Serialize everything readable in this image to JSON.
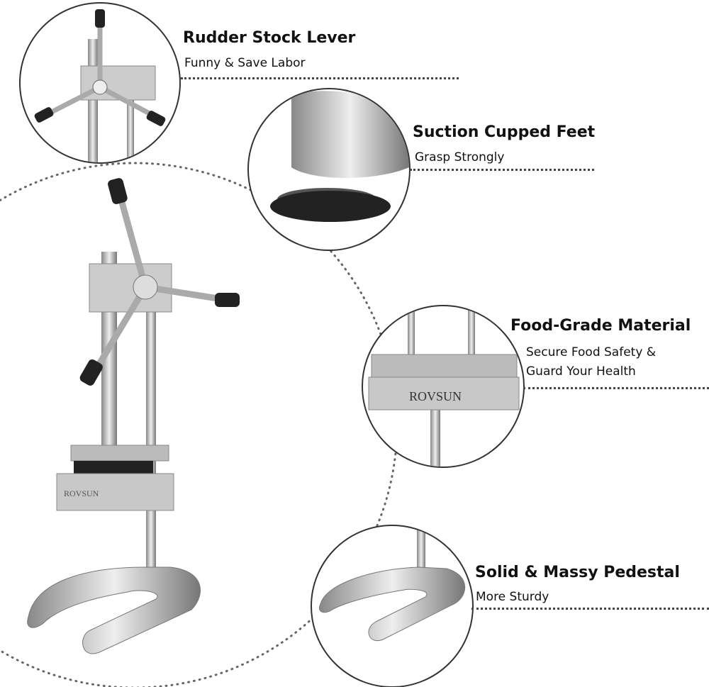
{
  "features": [
    {
      "title": "Rudder Stock Lever",
      "subtitle": [
        "Funny & Save Labor"
      ]
    },
    {
      "title": "Suction Cupped Feet",
      "subtitle": [
        "Grasp Strongly"
      ]
    },
    {
      "title": "Food-Grade Material",
      "subtitle": [
        "Secure Food Safety &",
        "Guard Your Health"
      ]
    },
    {
      "title": "Solid & Massy Pedestal",
      "subtitle": [
        "More Sturdy"
      ]
    }
  ],
  "brand": "ROVSUN"
}
